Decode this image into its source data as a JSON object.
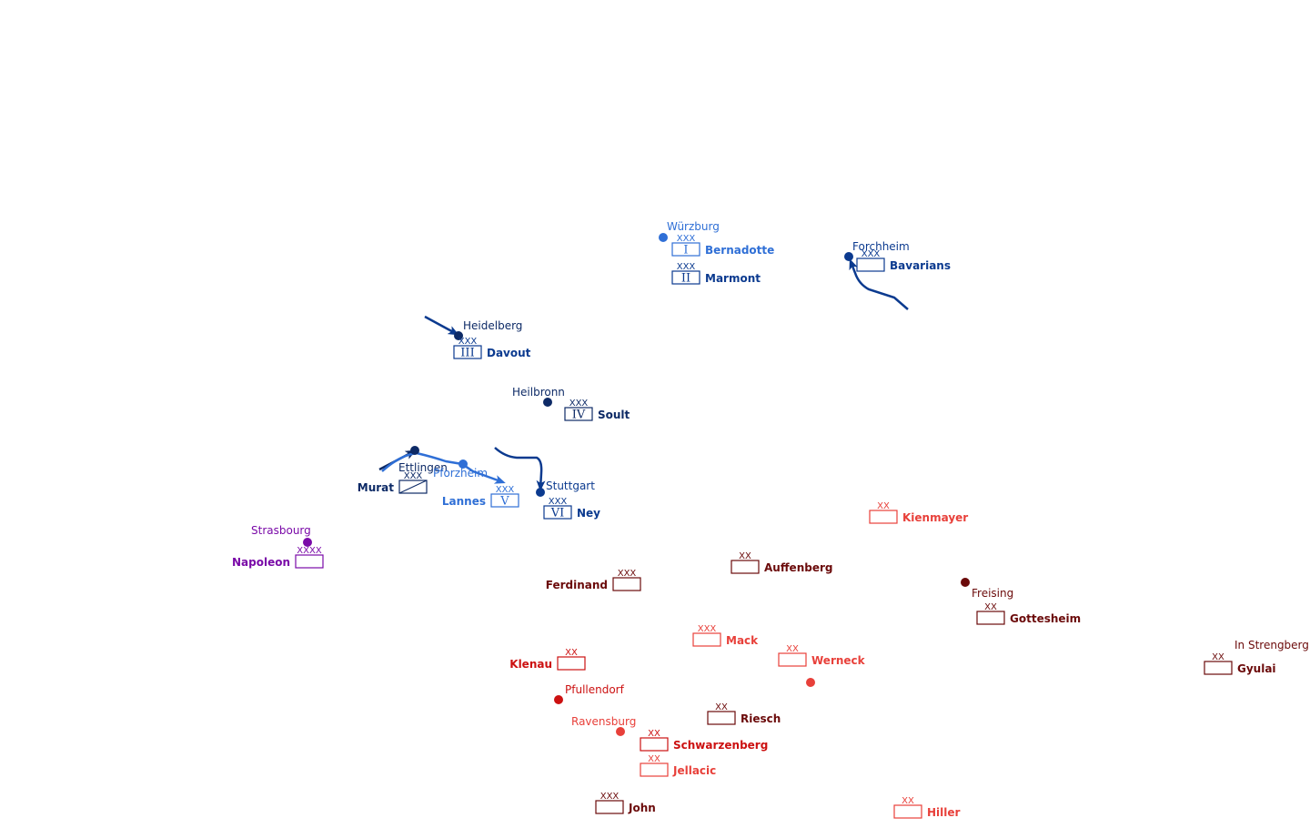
{
  "colors": {
    "french_dark": "#0b3a8f",
    "french_light": "#2f6fd6",
    "french_navy": "#0d2a66",
    "imperial": "#7a0aa8",
    "austrian_dark": "#6b0a0a",
    "austrian_red": "#cc1111",
    "austrian_light": "#e8403a"
  },
  "map_title": "",
  "cities": [
    {
      "name": "Würzburg",
      "color": "french_light"
    },
    {
      "name": "Forchheim",
      "color": "french_dark"
    },
    {
      "name": "Heidelberg",
      "color": "french_navy"
    },
    {
      "name": "Heilbronn",
      "color": "french_navy"
    },
    {
      "name": "Ettlingen",
      "color": "french_navy"
    },
    {
      "name": "Pforzheim",
      "color": "french_light"
    },
    {
      "name": "Stuttgart",
      "color": "french_dark"
    },
    {
      "name": "Strasbourg",
      "color": "imperial"
    },
    {
      "name": "Freising",
      "color": "austrian_dark"
    },
    {
      "name": "Pfullendorf",
      "color": "austrian_red"
    },
    {
      "name": "Ravensburg",
      "color": "austrian_light"
    },
    {
      "name": "",
      "color": "austrian_light"
    }
  ],
  "notes": [
    {
      "text": "In Strengberg",
      "color": "austrian_dark"
    }
  ],
  "units": [
    {
      "commander": "Bernadotte",
      "echelon": "XXX",
      "corps": "I",
      "color": "french_light",
      "icon": "infantry-corps-icon"
    },
    {
      "commander": "Marmont",
      "echelon": "XXX",
      "corps": "II",
      "color": "french_dark",
      "icon": "infantry-corps-icon"
    },
    {
      "commander": "Bavarians",
      "echelon": "XXX",
      "corps": "",
      "color": "french_dark",
      "icon": "allied-corps-icon"
    },
    {
      "commander": "Davout",
      "echelon": "XXX",
      "corps": "III",
      "color": "french_dark",
      "icon": "infantry-corps-icon"
    },
    {
      "commander": "Soult",
      "echelon": "XXX",
      "corps": "IV",
      "color": "french_navy",
      "icon": "infantry-corps-icon"
    },
    {
      "commander": "Murat",
      "echelon": "XXX",
      "corps": "",
      "color": "french_navy",
      "icon": "cavalry-corps-icon"
    },
    {
      "commander": "Lannes",
      "echelon": "XXX",
      "corps": "V",
      "color": "french_light",
      "icon": "infantry-corps-icon"
    },
    {
      "commander": "Ney",
      "echelon": "XXX",
      "corps": "VI",
      "color": "french_dark",
      "icon": "infantry-corps-icon"
    },
    {
      "commander": "Napoleon",
      "echelon": "XXXX",
      "corps": "",
      "color": "imperial",
      "icon": "army-icon"
    },
    {
      "commander": "Kienmayer",
      "echelon": "XX",
      "corps": "",
      "color": "austrian_light",
      "icon": "division-icon"
    },
    {
      "commander": "Auffenberg",
      "echelon": "XX",
      "corps": "",
      "color": "austrian_dark",
      "icon": "division-icon"
    },
    {
      "commander": "Ferdinand",
      "echelon": "XXX",
      "corps": "",
      "color": "austrian_dark",
      "icon": "corps-icon"
    },
    {
      "commander": "Gottesheim",
      "echelon": "XX",
      "corps": "",
      "color": "austrian_dark",
      "icon": "division-icon"
    },
    {
      "commander": "Mack",
      "echelon": "XXX",
      "corps": "",
      "color": "austrian_light",
      "icon": "corps-icon"
    },
    {
      "commander": "Werneck",
      "echelon": "XX",
      "corps": "",
      "color": "austrian_light",
      "icon": "division-icon"
    },
    {
      "commander": "Klenau",
      "echelon": "XX",
      "corps": "",
      "color": "austrian_red",
      "icon": "division-icon"
    },
    {
      "commander": "Gyulai",
      "echelon": "XX",
      "corps": "",
      "color": "austrian_dark",
      "icon": "division-icon"
    },
    {
      "commander": "Riesch",
      "echelon": "XX",
      "corps": "",
      "color": "austrian_dark",
      "icon": "division-icon"
    },
    {
      "commander": "Schwarzenberg",
      "echelon": "XX",
      "corps": "",
      "color": "austrian_red",
      "icon": "division-icon"
    },
    {
      "commander": "Jellacic",
      "echelon": "XX",
      "corps": "",
      "color": "austrian_light",
      "icon": "division-icon"
    },
    {
      "commander": "John",
      "echelon": "XXX",
      "corps": "",
      "color": "austrian_dark",
      "icon": "corps-icon"
    },
    {
      "commander": "Hiller",
      "echelon": "XX",
      "corps": "",
      "color": "austrian_light",
      "icon": "division-icon"
    }
  ],
  "movements": [
    {
      "name": "forchheim-advance-arrow",
      "color": "french_dark"
    },
    {
      "name": "heidelberg-advance-arrow",
      "color": "french_dark"
    },
    {
      "name": "ettlingen-advance-arrow",
      "color": "french_navy"
    },
    {
      "name": "pforzheim-advance-arrow",
      "color": "french_light"
    },
    {
      "name": "stuttgart-advance-arrow",
      "color": "french_dark"
    }
  ]
}
